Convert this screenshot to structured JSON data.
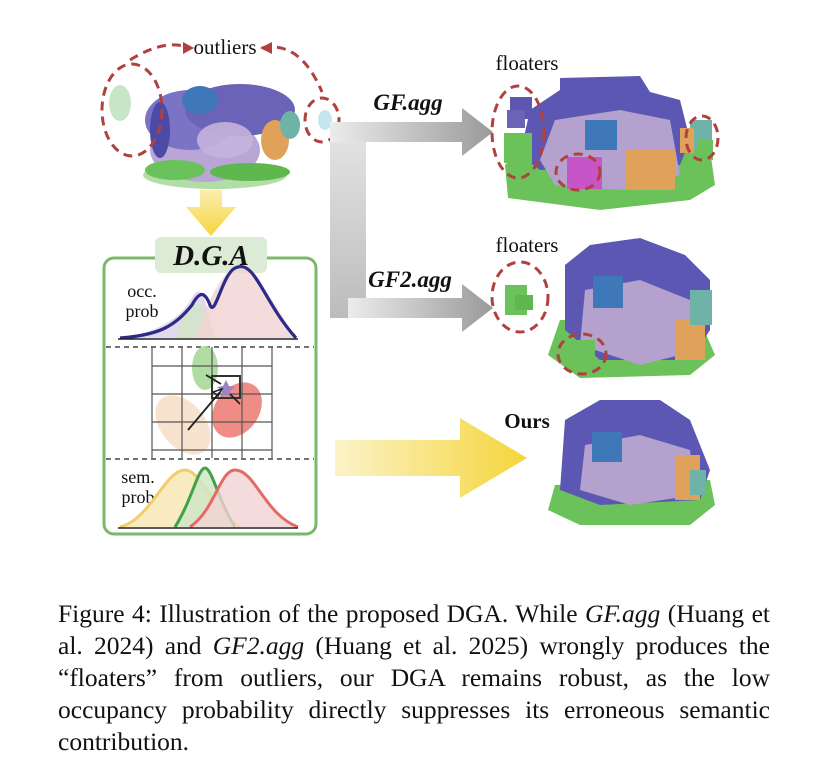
{
  "figure": {
    "labels": {
      "outliers": "outliers",
      "floaters_top": "floaters",
      "floaters_mid": "floaters",
      "gf_agg": "GF.agg",
      "gf2_agg": "GF2.agg",
      "ours": "Ours",
      "dga_title": "D.G.A",
      "occ_line1": "occ.",
      "occ_line2": "prob",
      "sem_line1": "sem.",
      "sem_line2": "prob"
    },
    "colors": {
      "outlier_ring": "#b0413e",
      "dga_border": "#7cb86a",
      "dga_title_bg": "#dcebd5",
      "arrow_gray": "#a8a8a8",
      "arrow_yellow": "#f5d94a",
      "voxel_purple": "#6a63b8",
      "voxel_lilac": "#b8a3cf",
      "voxel_green": "#6cc25a",
      "voxel_blue": "#3e78b8",
      "voxel_orange": "#e0a25a",
      "voxel_magenta": "#c855c8",
      "voxel_teal": "#6fb3a8"
    }
  },
  "caption": {
    "prefix": "Figure 4: Illustration of the proposed DGA. While ",
    "gf_name": "GF.agg",
    "gf_cite": " (Huang et al. 2024) and ",
    "gf2_name": "GF2.agg",
    "gf2_cite": " (Huang et al. 2025) wrongly produces the “floaters” from outliers, our DGA remains robust, as the low occupancy probability directly suppresses its erroneous semantic contribution."
  }
}
